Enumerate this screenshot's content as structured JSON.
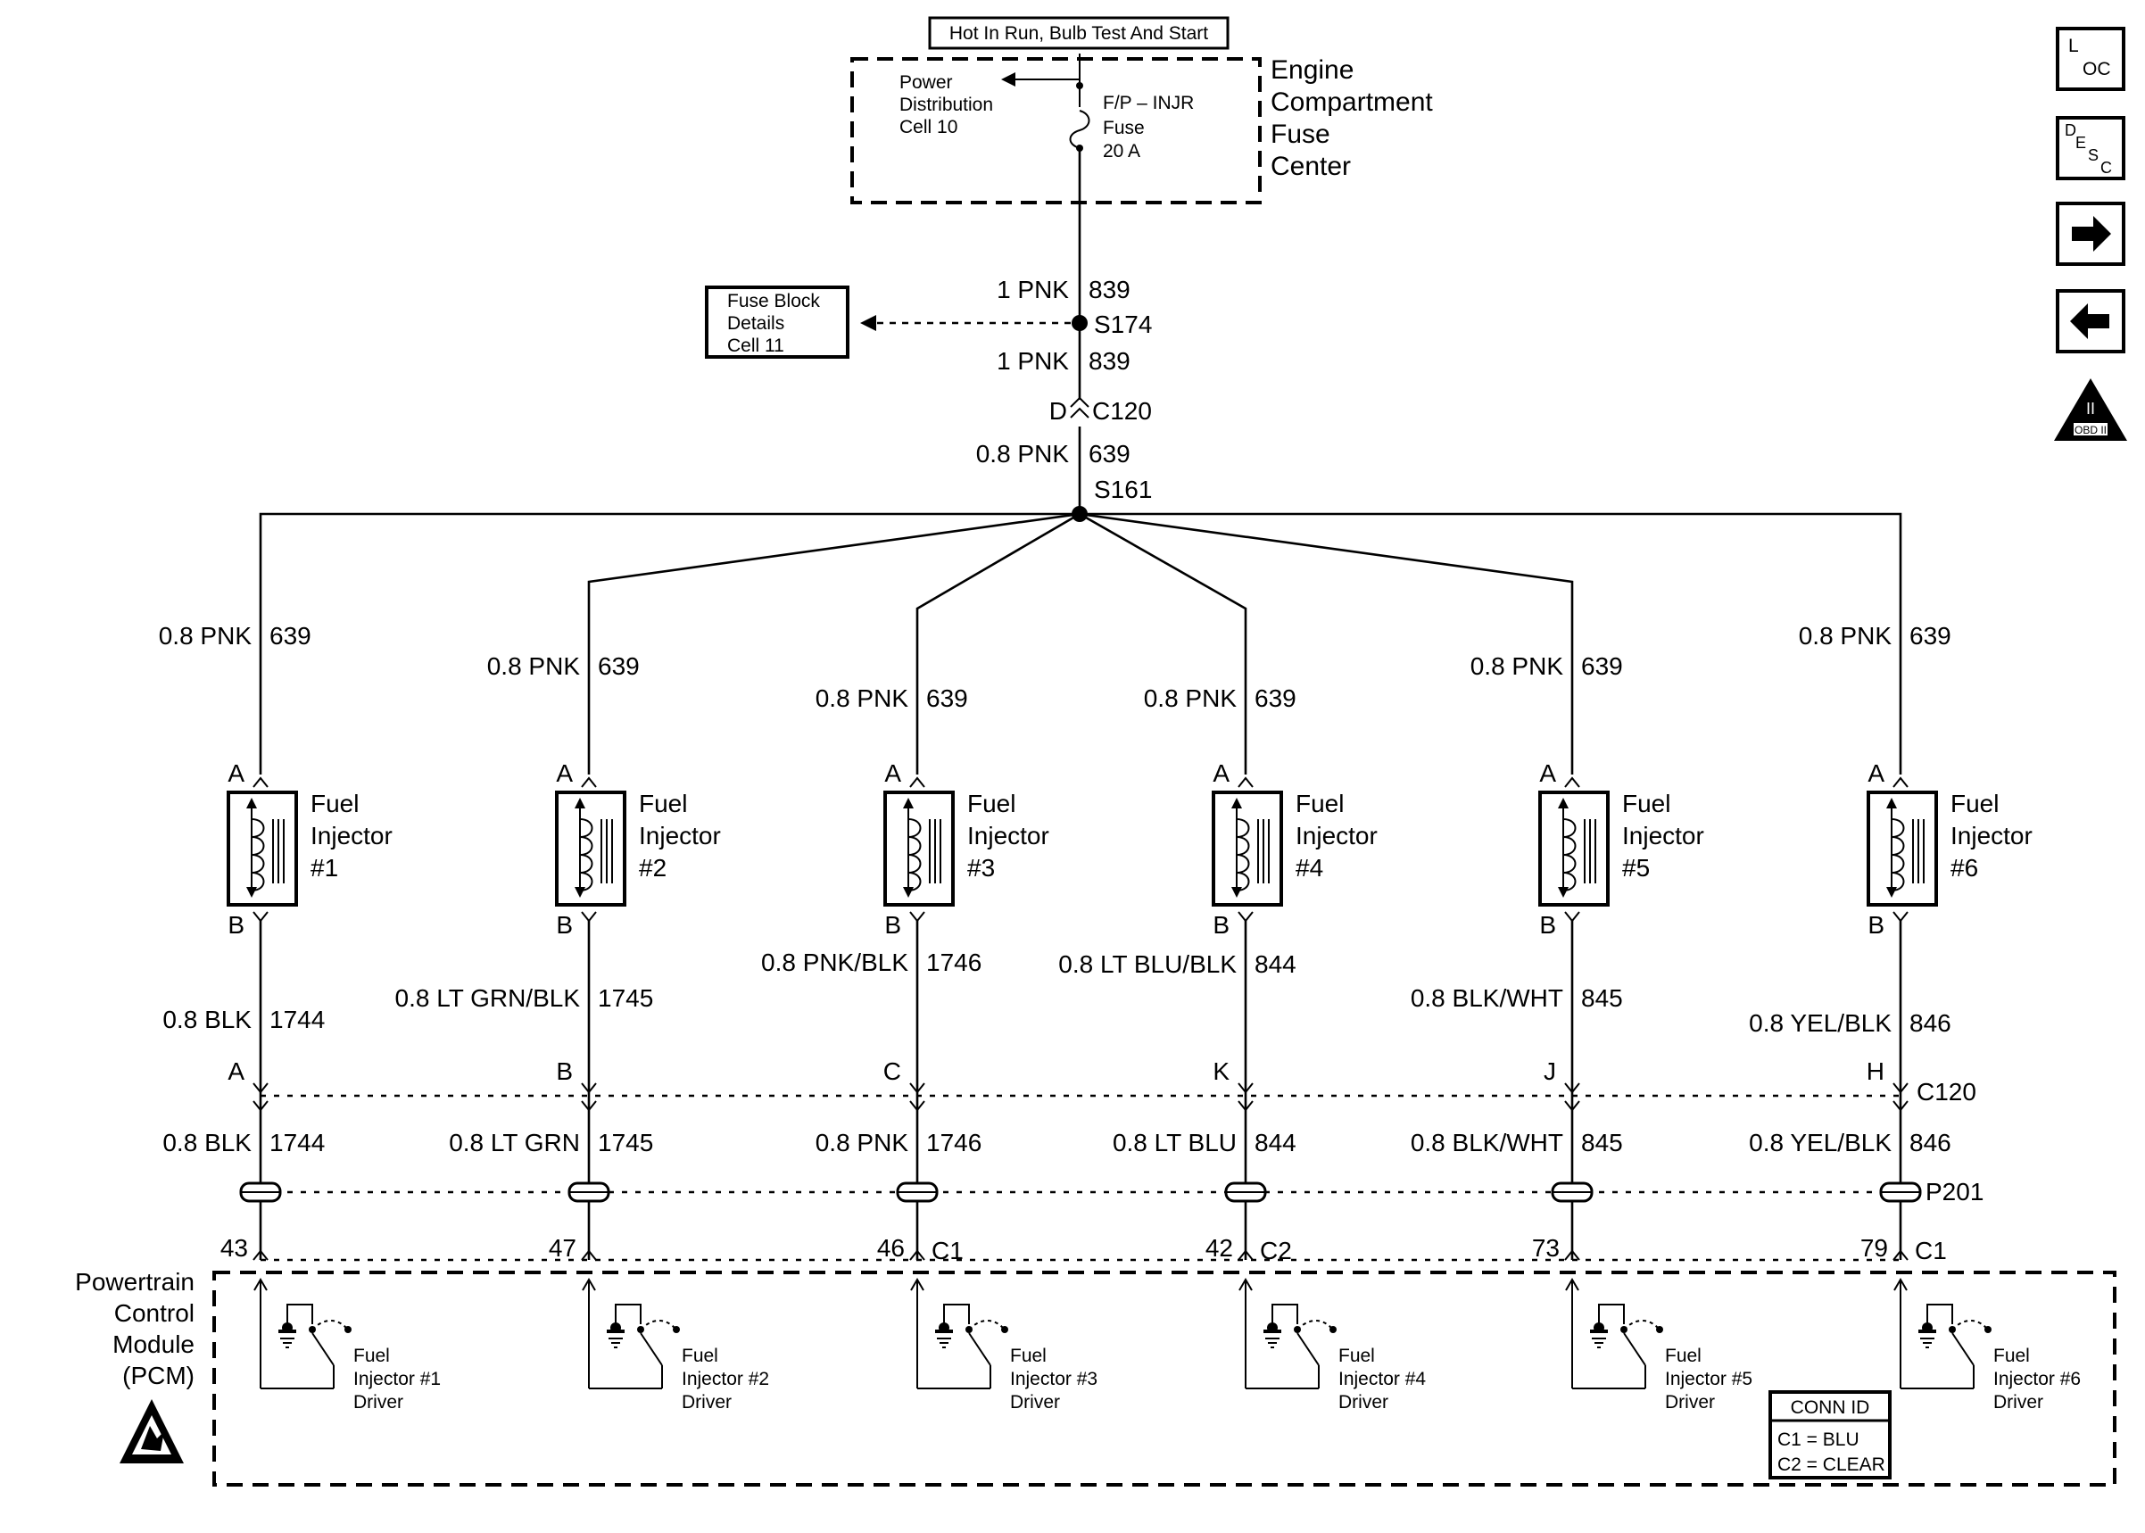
{
  "supply": {
    "header": "Hot In Run, Bulb Test And Start",
    "pdc_line1": "Power",
    "pdc_line2": "Distribution",
    "pdc_line3": "Cell 10",
    "fuse_line1": "F/P – INJR",
    "fuse_line2": "Fuse",
    "fuse_line3": "20 A",
    "efc_line1": "Engine",
    "efc_line2": "Compartment",
    "efc_line3": "Fuse",
    "efc_line4": "Center"
  },
  "trunk": {
    "wire_top_gauge": "1 PNK",
    "wire_top_circuit": "839",
    "splice_s174": "S174",
    "wire_mid_gauge": "1 PNK",
    "wire_mid_circuit": "839",
    "conn_pin": "D",
    "conn_name": "C120",
    "wire_low_gauge": "0.8 PNK",
    "wire_low_circuit": "639",
    "splice_s161": "S161"
  },
  "fuse_block_ref": {
    "line1": "Fuse Block",
    "line2": "Details",
    "line3": "Cell 11"
  },
  "injectors": [
    {
      "in_gauge": "0.8 PNK",
      "in_circuit": "639",
      "pin_a": "A",
      "pin_b": "B",
      "name1": "Fuel",
      "name2": "Injector",
      "name3": "#1",
      "out_gauge": "0.8 BLK",
      "out_circuit": "1744",
      "c120_pin": "A",
      "p201_gauge": "0.8 BLK",
      "p201_circuit": "1744",
      "pcm_pin": "43",
      "driver1": "Fuel",
      "driver2": "Injector #1",
      "driver3": "Driver"
    },
    {
      "in_gauge": "0.8 PNK",
      "in_circuit": "639",
      "pin_a": "A",
      "pin_b": "B",
      "name1": "Fuel",
      "name2": "Injector",
      "name3": "#2",
      "out_gauge": "0.8 LT GRN/BLK",
      "out_circuit": "1745",
      "c120_pin": "B",
      "p201_gauge": "0.8 LT GRN",
      "p201_circuit": "1745",
      "pcm_pin": "47",
      "driver1": "Fuel",
      "driver2": "Injector #2",
      "driver3": "Driver"
    },
    {
      "in_gauge": "0.8 PNK",
      "in_circuit": "639",
      "pin_a": "A",
      "pin_b": "B",
      "name1": "Fuel",
      "name2": "Injector",
      "name3": "#3",
      "out_gauge": "0.8 PNK/BLK",
      "out_circuit": "1746",
      "c120_pin": "C",
      "p201_gauge": "0.8 PNK",
      "p201_circuit": "1746",
      "pcm_pin": "46",
      "driver1": "Fuel",
      "driver2": "Injector #3",
      "driver3": "Driver"
    },
    {
      "in_gauge": "0.8 PNK",
      "in_circuit": "639",
      "pin_a": "A",
      "pin_b": "B",
      "name1": "Fuel",
      "name2": "Injector",
      "name3": "#4",
      "out_gauge": "0.8 LT BLU/BLK",
      "out_circuit": "844",
      "c120_pin": "K",
      "p201_gauge": "0.8 LT BLU",
      "p201_circuit": "844",
      "pcm_pin": "42",
      "driver1": "Fuel",
      "driver2": "Injector #4",
      "driver3": "Driver"
    },
    {
      "in_gauge": "0.8 PNK",
      "in_circuit": "639",
      "pin_a": "A",
      "pin_b": "B",
      "name1": "Fuel",
      "name2": "Injector",
      "name3": "#5",
      "out_gauge": "0.8 BLK/WHT",
      "out_circuit": "845",
      "c120_pin": "J",
      "p201_gauge": "0.8 BLK/WHT",
      "p201_circuit": "845",
      "pcm_pin": "73",
      "driver1": "Fuel",
      "driver2": "Injector #5",
      "driver3": "Driver"
    },
    {
      "in_gauge": "0.8 PNK",
      "in_circuit": "639",
      "pin_a": "A",
      "pin_b": "B",
      "name1": "Fuel",
      "name2": "Injector",
      "name3": "#6",
      "out_gauge": "0.8 YEL/BLK",
      "out_circuit": "846",
      "c120_pin": "H",
      "p201_gauge": "0.8 YEL/BLK",
      "p201_circuit": "846",
      "pcm_pin": "79",
      "driver1": "Fuel",
      "driver2": "Injector #6",
      "driver3": "Driver"
    }
  ],
  "connectors": {
    "c120": "C120",
    "p201": "P201",
    "c1_a": "C1",
    "c2": "C2",
    "c1_b": "C1"
  },
  "pcm": {
    "line1": "Powertrain",
    "line2": "Control",
    "line3": "Module",
    "line4": "(PCM)"
  },
  "conn_id": {
    "title": "CONN ID",
    "line1": "C1 = BLU",
    "line2": "C2 = CLEAR"
  },
  "nav": {
    "loc_l": "L",
    "loc_oc": "OC",
    "desc_d": "D",
    "desc_e": "E",
    "desc_s": "S",
    "desc_c": "C",
    "obd_roman": "II",
    "obd_label": "OBD II"
  },
  "icons": [
    "loc-icon",
    "desc-icon",
    "next-arrow-icon",
    "previous-arrow-icon",
    "obd-ii-icon",
    "esd-warning-icon",
    "fuse-icon",
    "splice-dot-icon"
  ]
}
